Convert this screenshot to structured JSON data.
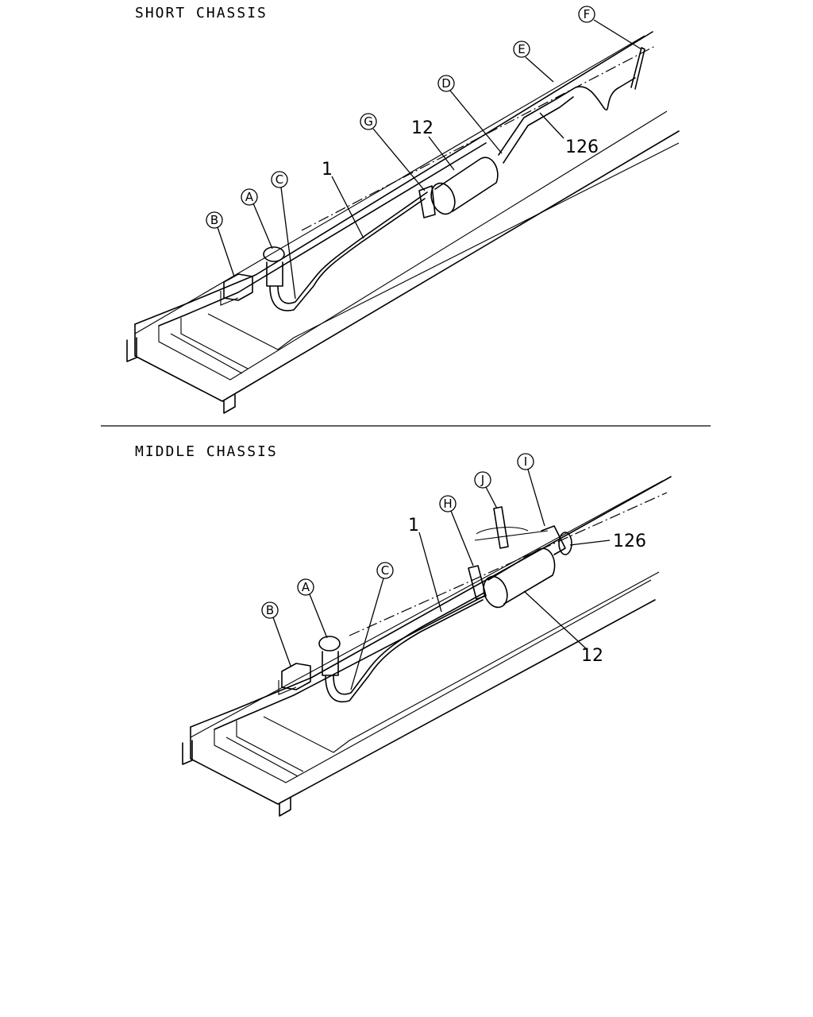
{
  "sections": [
    {
      "title": "SHORT CHASSIS",
      "callouts": [
        "A",
        "B",
        "C",
        "D",
        "E",
        "F",
        "G"
      ],
      "part_numbers": [
        "1",
        "12",
        "126"
      ]
    },
    {
      "title": "MIDDLE CHASSIS",
      "callouts": [
        "A",
        "B",
        "C",
        "H",
        "I",
        "J"
      ],
      "part_numbers": [
        "1",
        "12",
        "126"
      ]
    }
  ]
}
